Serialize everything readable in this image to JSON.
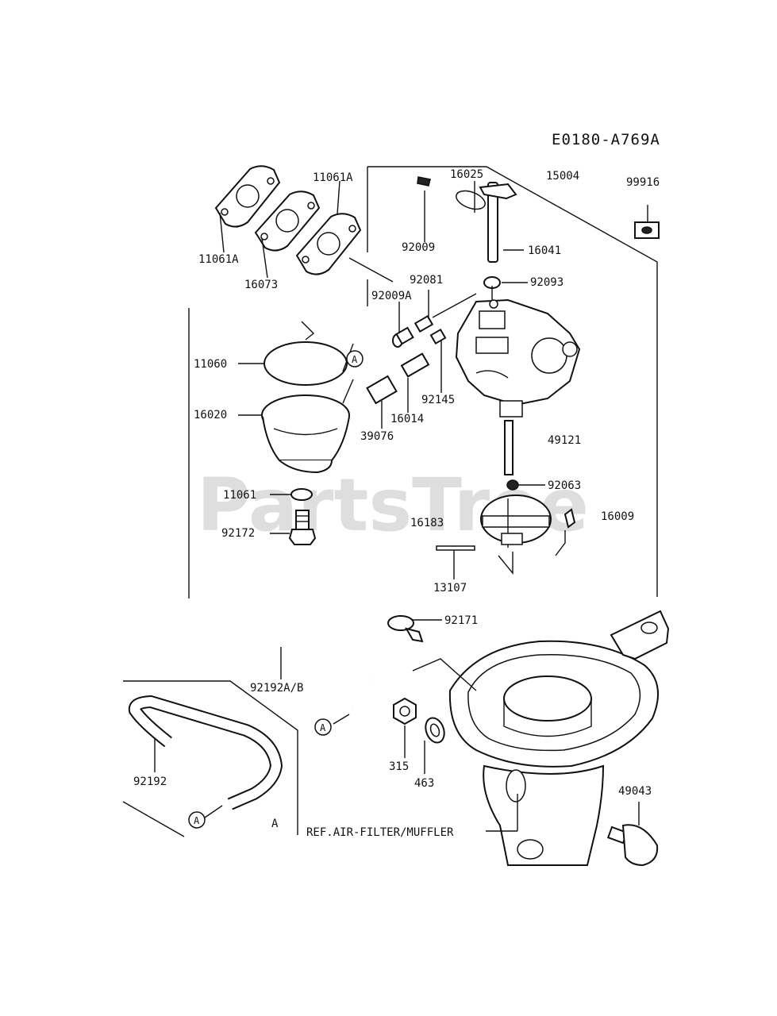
{
  "diagram_code": "E0180-A769A",
  "watermark": "PartsTree",
  "parts": {
    "p11061A_top": "11061A",
    "p11061A_left": "11061A",
    "p16073": "16073",
    "p16025": "16025",
    "p15004": "15004",
    "p99916": "99916",
    "p92009": "92009",
    "p16041": "16041",
    "p92081": "92081",
    "p92093": "92093",
    "p92009A": "92009A",
    "p11060": "11060",
    "p16020": "16020",
    "p92145": "92145",
    "p16014": "16014",
    "p39076": "39076",
    "p49121": "49121",
    "p92063": "92063",
    "p11061": "11061",
    "p16183": "16183",
    "p16009": "16009",
    "p92172": "92172",
    "p13107": "13107",
    "p92171": "92171",
    "p92192AB": "92192A/B",
    "p315": "315",
    "p463": "463",
    "p49043": "49043",
    "p92192": "92192",
    "pA_label": "A",
    "ref": "REF.AIR-FILTER/MUFFLER"
  },
  "connector_letter": "A"
}
